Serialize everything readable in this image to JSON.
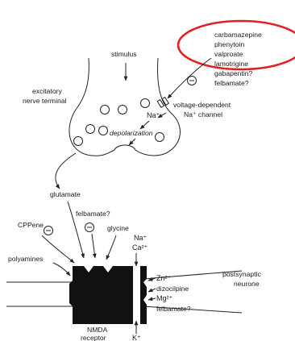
{
  "highlight_color": "#e02020",
  "labels": {
    "stimulus": "stimulus",
    "excitatory_1": "excitatory",
    "excitatory_2": "nerve terminal",
    "na_ion": "Na⁺",
    "depolarization": "depolarization",
    "vd_channel_1": "voltage-dependent",
    "vd_channel_2": "Na⁺ channel",
    "glutamate": "glutamate",
    "cppene": "CPPene",
    "felbamate_receptor": "felbamate?",
    "glycine": "glycine",
    "na_channel": "Na⁺",
    "ca_channel": "Ca²⁺",
    "polyamines": "polyamines",
    "zn": "Zn²⁺",
    "dizocilpine": "dizocilpine",
    "mg": "Mg²⁺",
    "felbamate_channel": "felbamate?",
    "postsynaptic_1": "postsynaptic",
    "postsynaptic_2": "neurone",
    "nmda_1": "NMDA",
    "nmda_2": "receptor",
    "k_ion": "K⁺",
    "inhibit_symbol": "⊖"
  },
  "drugs": [
    "carbamazepine",
    "phenytoin",
    "valproate",
    "lamotrigine",
    "gabapentin?",
    "felbamate?"
  ]
}
